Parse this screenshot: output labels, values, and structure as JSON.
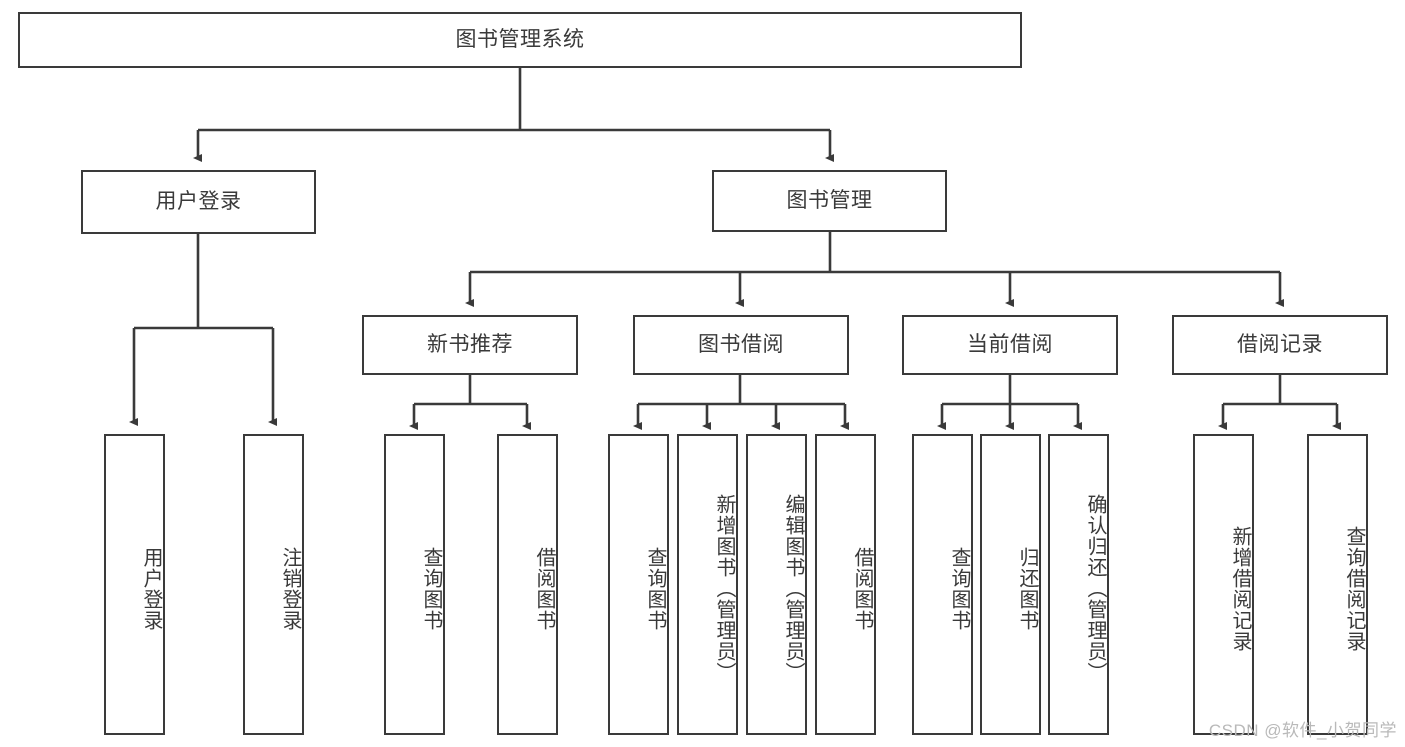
{
  "diagram": {
    "type": "tree-hierarchy",
    "title": "图书管理系统",
    "watermark": "CSDN @软件_小贺同学",
    "colors": {
      "stroke": "#3a3a3a",
      "fill": "#ffffff",
      "text": "#3a3a3a",
      "watermark": "#b9b9b9"
    },
    "levels": {
      "root": {
        "label": "图书管理系统"
      },
      "level2": [
        {
          "id": "user-login",
          "label": "用户登录"
        },
        {
          "id": "book-manage",
          "label": "图书管理"
        }
      ],
      "level3": [
        {
          "id": "new-book-recommend",
          "label": "新书推荐",
          "parent": "book-manage"
        },
        {
          "id": "book-borrow",
          "label": "图书借阅",
          "parent": "book-manage"
        },
        {
          "id": "current-borrow",
          "label": "当前借阅",
          "parent": "book-manage"
        },
        {
          "id": "borrow-record",
          "label": "借阅记录",
          "parent": "book-manage"
        }
      ],
      "leaves": {
        "user-login": [
          {
            "id": "leaf-user-login",
            "label": "用户登录"
          },
          {
            "id": "leaf-user-logout",
            "label": "注销登录"
          }
        ],
        "new-book-recommend": [
          {
            "id": "leaf-query-book-1",
            "label": "查询图书"
          },
          {
            "id": "leaf-borrow-book-1",
            "label": "借阅图书"
          }
        ],
        "book-borrow": [
          {
            "id": "leaf-query-book-2",
            "label": "查询图书"
          },
          {
            "id": "leaf-add-book",
            "label": "新增图书（管理员）"
          },
          {
            "id": "leaf-edit-book",
            "label": "编辑图书（管理员）"
          },
          {
            "id": "leaf-borrow-book-2",
            "label": "借阅图书"
          }
        ],
        "current-borrow": [
          {
            "id": "leaf-query-book-3",
            "label": "查询图书"
          },
          {
            "id": "leaf-return-book",
            "label": "归还图书"
          },
          {
            "id": "leaf-confirm-return",
            "label": "确认归还（管理员）"
          }
        ],
        "borrow-record": [
          {
            "id": "leaf-add-record",
            "label": "新增借阅记录"
          },
          {
            "id": "leaf-query-record",
            "label": "查询借阅记录"
          }
        ]
      }
    }
  }
}
